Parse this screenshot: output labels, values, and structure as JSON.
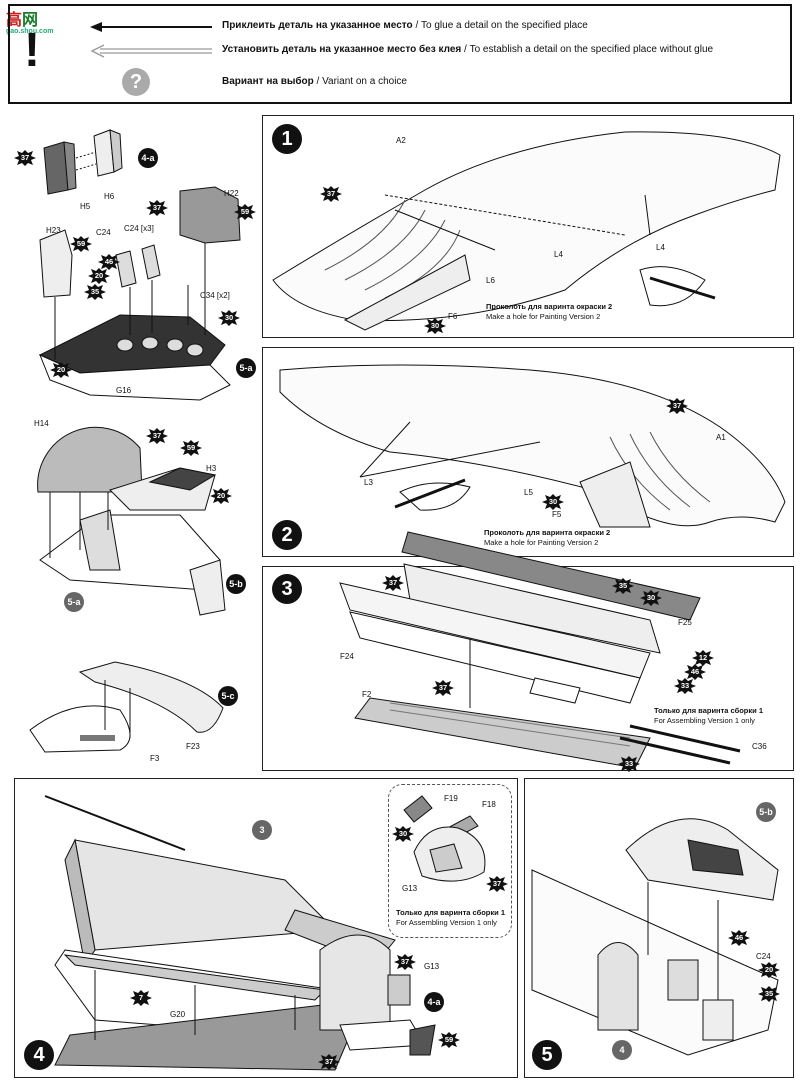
{
  "watermark": {
    "chars": "高",
    "site": "gao.shou.com",
    "net": "网"
  },
  "legend": {
    "glue": {
      "ru": "Приклеить деталь на указанное место",
      "en": " / To glue a detail on the specified place"
    },
    "noglue": {
      "ru": "Установить деталь на указанное место без клея",
      "en": " / To establish a detail on the specified place without glue"
    },
    "variant": {
      "ru": "Вариант на выбор",
      "en": "  / Variant on a choice"
    },
    "warning_symbol": "!",
    "question_symbol": "?"
  },
  "steps": {
    "s1": {
      "num": "1",
      "parts": [
        "A2",
        "L4",
        "L4",
        "L6",
        "F6"
      ],
      "note_ru": "Проколоть для варинта окраски 2",
      "note_en": "Make a hole for Painting Version 2",
      "colors": [
        "37",
        "30"
      ]
    },
    "s2": {
      "num": "2",
      "parts": [
        "A1",
        "L3",
        "L5",
        "F5"
      ],
      "note_ru": "Проколоть для варинта окраски 2",
      "note_en": "Make a hole for Painting Version 2",
      "colors": [
        "37",
        "30"
      ]
    },
    "s3": {
      "num": "3",
      "parts": [
        "F25",
        "F24",
        "F2",
        "C36"
      ],
      "note_ru": "Только для варинта сборки 1",
      "note_en": "For Assembling Version 1 only",
      "colors": [
        "37",
        "35",
        "30",
        "12",
        "46",
        "33",
        "37",
        "33"
      ]
    },
    "s4": {
      "num": "4",
      "parts": [
        "G20",
        "G13",
        "F19",
        "F18",
        "G13"
      ],
      "sub": "3",
      "ref": "4-a",
      "note_ru": "Только для варинта сборки 1",
      "note_en": "For Assembling Version 1 only",
      "colors": [
        "7",
        "37",
        "37",
        "30",
        "37",
        "59"
      ]
    },
    "s5": {
      "num": "5",
      "parts": [
        "C24"
      ],
      "sub_top": "5-b",
      "sub_bottom": "4",
      "colors": [
        "46",
        "20",
        "35"
      ]
    }
  },
  "left": {
    "s4a": {
      "badge": "4-a",
      "parts": [
        "H5",
        "H6"
      ],
      "colors": [
        "37"
      ]
    },
    "s5a": {
      "badge": "5-a",
      "parts": [
        "H22",
        "H23",
        "C24",
        "C24 [x3]",
        "C34 [x2]",
        "G16"
      ],
      "colors": [
        "37",
        "59",
        "59",
        "46",
        "20",
        "35",
        "30",
        "20"
      ]
    },
    "s5b": {
      "badge": "5-b",
      "sub": "5-a",
      "parts": [
        "H14",
        "H3"
      ],
      "colors": [
        "37",
        "59",
        "20"
      ]
    },
    "s5c": {
      "badge": "5-c",
      "parts": [
        "F23",
        "F3"
      ]
    }
  }
}
